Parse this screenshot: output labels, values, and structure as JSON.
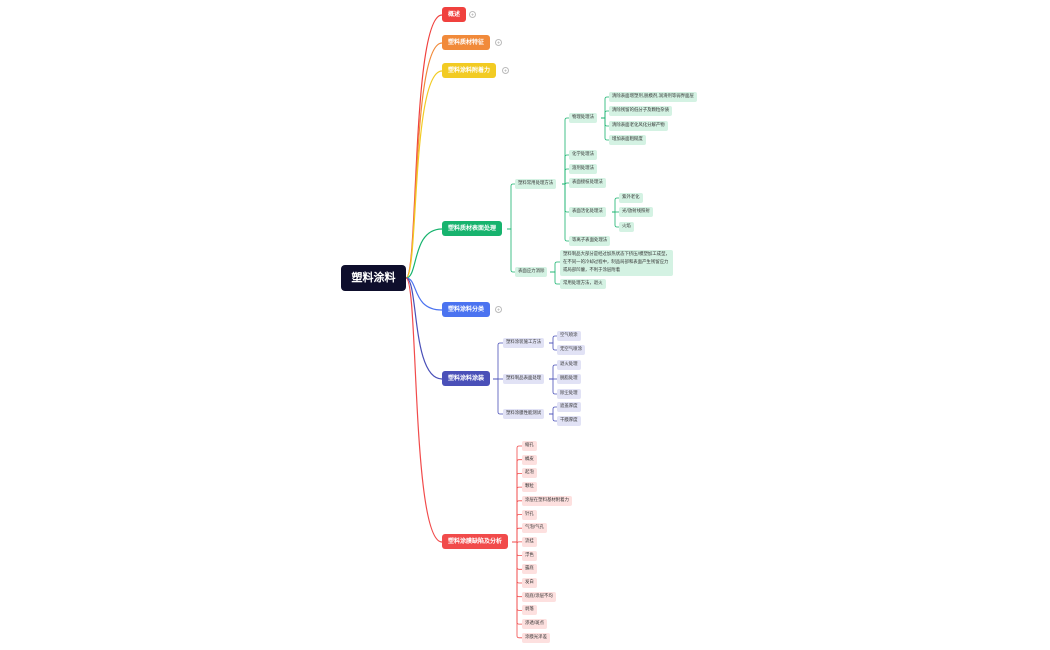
{
  "root": "塑料涂料",
  "colors": {
    "red": "#f0413e",
    "orange": "#f18a3a",
    "yellow": "#f2cb23",
    "green": "#17b36e",
    "blue": "#4b73f0",
    "purple": "#4a50b8",
    "coral": "#f14b4b",
    "green_light": "#d4f2e3",
    "purple_light": "#e1e2f5",
    "red_light": "#fde0df"
  },
  "branches": {
    "overview": "概述",
    "material": "塑料质材特征",
    "adhesion": "塑料涂料附着力",
    "surface": "塑料质材表面处理",
    "classify": "塑料涂料分类",
    "coating": "塑料涂料涂装",
    "defects": "塑料涂膜缺陷及分析"
  },
  "surface": {
    "common": {
      "label": "塑料常用处理方法",
      "physical": {
        "label": "物理处理法",
        "items": [
          "清除表面增塑剂,脱模剂,润滑剂等弱界面层",
          "清除残留的低分子及颗粒杂质",
          "清除表面老化风化分解产物",
          "增加表面粗糙度"
        ]
      },
      "chemical": "化学处理法",
      "solvent": "溶剂处理法",
      "graft": "表面接枝处理法",
      "activate": {
        "label": "表面活化处理法",
        "items": [
          "紫外老化",
          "光/放射线照射",
          "火焰"
        ]
      },
      "plasma": "等离子表面处理法"
    },
    "stress": {
      "label": "表面应力消除",
      "desc": "塑料制品大部分是经过加热状态下挤压/模塑加工成型，在不同一的冷却过程中，制品局部和表面产生残留应力或局部凹瘪，不利于涂层附着",
      "method": "常用处理方法，退火"
    }
  },
  "coating": {
    "process": {
      "label": "塑料涂装施工方法",
      "items": [
        "空气喷涂",
        "无空气喷涂"
      ]
    },
    "pretreat": {
      "label": "塑料制品表面处理",
      "items": [
        "退火处理",
        "脱脂处理",
        "除尘处理"
      ]
    },
    "film": {
      "label": "塑料涂膜性能测试",
      "items": [
        "遮盖厚度",
        "干膜厚度"
      ]
    }
  },
  "defects": [
    "缩孔",
    "橘皮",
    "起泡",
    "颗粒",
    "涂层在塑料基材附着力",
    "针孔",
    "气泡/气孔",
    "流挂",
    "浮色",
    "露底",
    "发白",
    "咬底/涂层不均",
    "剥落",
    "渗透/斑点",
    "涂膜光泽差"
  ]
}
